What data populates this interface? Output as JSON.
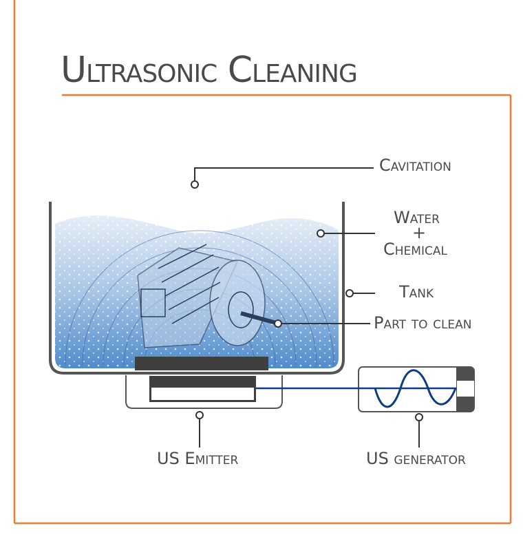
{
  "title": "Ultrasonic Cleaning",
  "labels": {
    "cavitation": "Cavitation",
    "water": "Water",
    "plus": "+",
    "chemical": "Chemical",
    "tank": "Tank",
    "part": "Part to clean",
    "emitter": "US Emitter",
    "generator": "US generator"
  },
  "colors": {
    "frame": "#f07a30",
    "text": "#4a4a4a",
    "water_top": "#dfe9f4",
    "water_bottom": "#4f8ccc",
    "wave": "#0d3b86"
  }
}
